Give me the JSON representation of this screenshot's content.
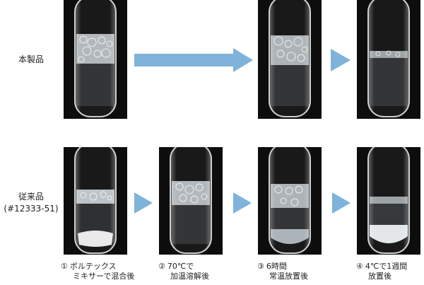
{
  "rows": [
    {
      "label_lines": [
        "本製品"
      ]
    },
    {
      "label_lines": [
        "従来品",
        "(#12333-51)"
      ]
    }
  ],
  "captions": [
    {
      "num": "①",
      "line1": "ボルテックス",
      "line2": "ミキサーで混合後"
    },
    {
      "num": "②",
      "line1": "70℃で",
      "line2": "加温溶解後"
    },
    {
      "num": "③",
      "line1": "6時間",
      "line2": "常温放置後"
    },
    {
      "num": "④",
      "line1": "4℃で1週間",
      "line2": "放置後"
    }
  ],
  "colors": {
    "arrow": "#7fb3d9",
    "photo_background": "#0d0d0d"
  },
  "tube_states": {
    "row1": [
      {
        "step": 1,
        "foam_level": "high",
        "precipitate_level": 0
      },
      {
        "step": 3,
        "foam_level": "high",
        "precipitate_level": 0
      },
      {
        "step": 4,
        "foam_level": "thin",
        "precipitate_level": 0
      }
    ],
    "row2": [
      {
        "step": 1,
        "foam_level": "medium",
        "precipitate_level": 0.12
      },
      {
        "step": 2,
        "foam_level": "high",
        "precipitate_level": 0
      },
      {
        "step": 3,
        "foam_level": "medium",
        "precipitate_level": 0.18
      },
      {
        "step": 4,
        "foam_level": "thin",
        "precipitate_level": 0.22
      }
    ]
  }
}
